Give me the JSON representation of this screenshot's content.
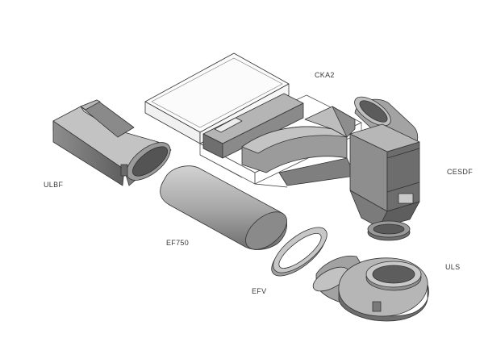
{
  "labels": {
    "cka2": "CKA2",
    "ulbf": "ULBF",
    "cesdf": "CESDF",
    "ef750": "EF750",
    "efv": "EFV",
    "uls": "ULS"
  },
  "colors": {
    "light": "#c6c6c6",
    "mid": "#9d9d9d",
    "dark": "#6a6a6a",
    "darker": "#4e4e4e",
    "outline": "#333333",
    "glass": "#ffffff"
  }
}
